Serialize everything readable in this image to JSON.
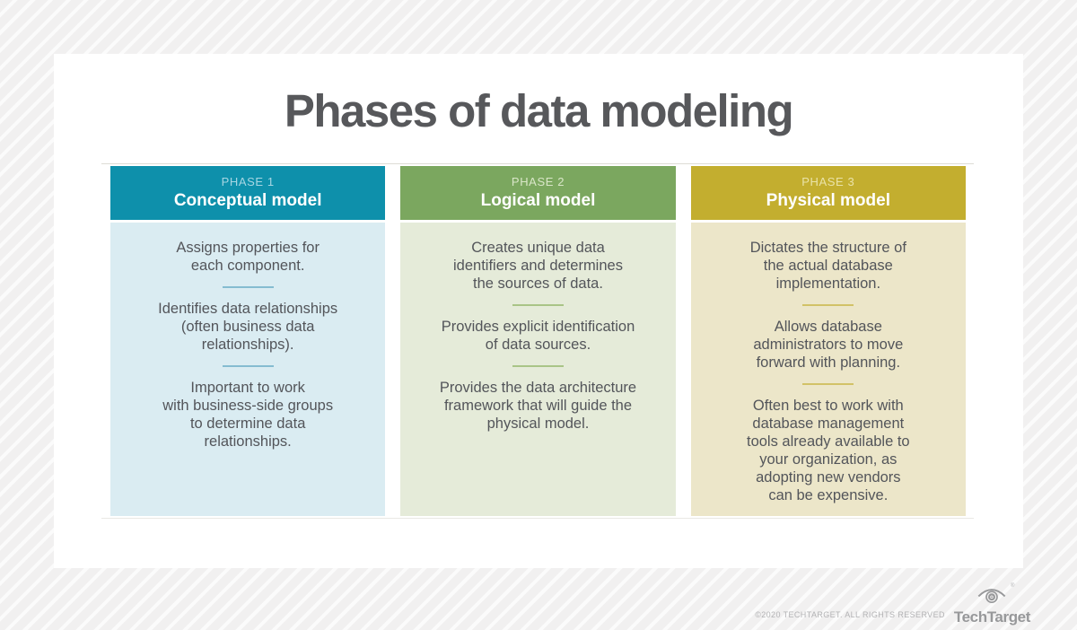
{
  "title": "Phases of data modeling",
  "columns": [
    {
      "phase_label": "PHASE 1",
      "model_name": "Conceptual model",
      "header_color": "#0e90ab",
      "label_color": "#a7d6e3",
      "body_bg": "#daecf2",
      "divider_color": "#85bcd1",
      "paragraphs": [
        "Assigns properties for\neach component.",
        "Identifies data relationships\n(often business data\nrelationships).",
        "Important to work\nwith business-side groups\nto determine data\nrelationships."
      ]
    },
    {
      "phase_label": "PHASE 2",
      "model_name": "Logical model",
      "header_color": "#7ba75f",
      "label_color": "#d9e6c8",
      "body_bg": "#e5ebd9",
      "divider_color": "#a9c487",
      "paragraphs": [
        "Creates unique data\nidentifiers and determines\nthe sources of data.",
        "Provides explicit identification\nof data sources.",
        "Provides the data architecture\nframework that will guide the\nphysical model."
      ]
    },
    {
      "phase_label": "PHASE 3",
      "model_name": "Physical model",
      "header_color": "#c3ae2f",
      "label_color": "#eae3a8",
      "body_bg": "#ece6c9",
      "divider_color": "#d2c267",
      "paragraphs": [
        "Dictates the structure of\nthe actual database\nimplementation.",
        "Allows database\nadministrators to move\nforward with planning.",
        "Often best to work with\ndatabase management\ntools already available to\nyour organization, as\nadopting new vendors\ncan be expensive."
      ]
    }
  ],
  "footer": {
    "copyright": "©2020 TECHTARGET. ALL RIGHTS RESERVED",
    "logo_text": "TechTarget",
    "registered_mark": "®"
  }
}
